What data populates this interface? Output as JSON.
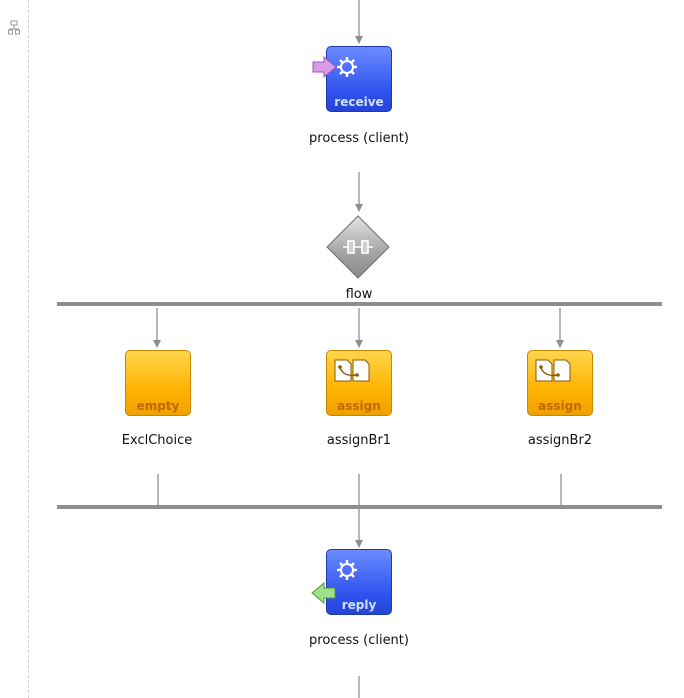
{
  "gutter": {
    "icon": "collapse-gutter-icon"
  },
  "receive": {
    "type_label": "receive",
    "caption": "process (client)",
    "icon": "gear-icon"
  },
  "flow": {
    "caption": "flow",
    "icon": "flow-icon"
  },
  "branches": [
    {
      "type_label": "empty",
      "caption": "ExclChoice",
      "icon": "none"
    },
    {
      "type_label": "assign",
      "caption": "assignBr1",
      "icon": "copy-documents-icon"
    },
    {
      "type_label": "assign",
      "caption": "assignBr2",
      "icon": "copy-documents-icon"
    }
  ],
  "reply": {
    "type_label": "reply",
    "caption": "process (client)",
    "icon": "gear-icon"
  },
  "colors": {
    "activity_blue": "#2f52ee",
    "activity_orange": "#ffb300",
    "flow_gray": "#8a8a8a",
    "connector": "#909090"
  }
}
